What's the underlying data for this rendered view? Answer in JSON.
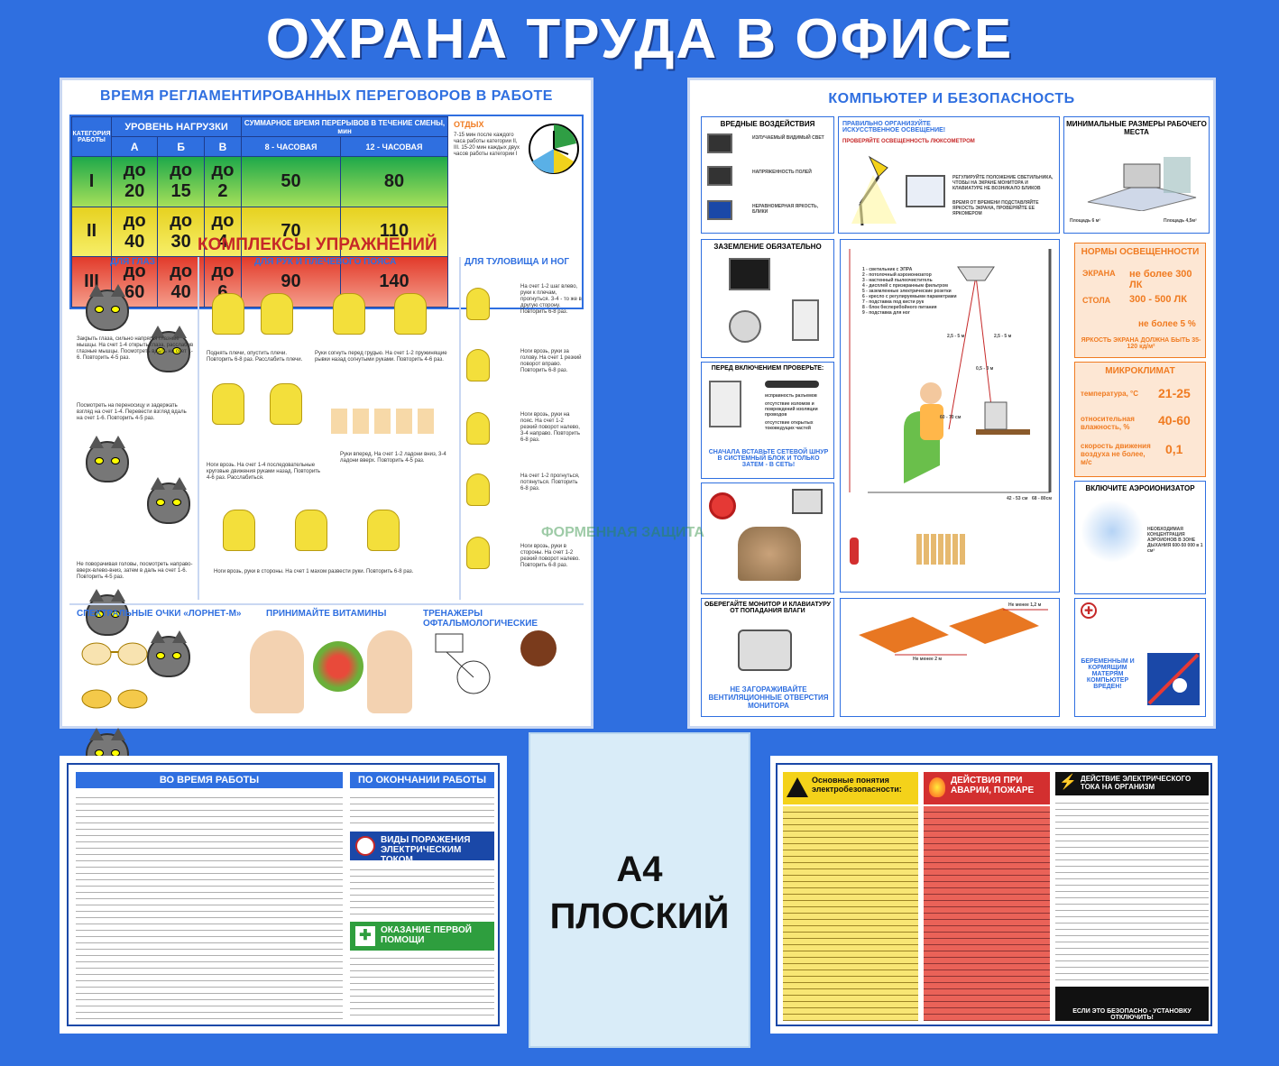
{
  "title": "ОХРАНА ТРУДА В ОФИСЕ",
  "left_panel": {
    "title": "ВРЕМЯ РЕГЛАМЕНТИРОВАННЫХ ПЕРЕГОВОРОВ В РАБОТЕ",
    "table": {
      "cat_header": "КАТЕГОРИЯ РАБОТЫ",
      "load_header": "УРОВЕНЬ НАГРУЗКИ",
      "load_cols": [
        "А",
        "Б",
        "В"
      ],
      "total_header": "СУММАРНОЕ ВРЕМЯ ПЕРЕРЫВОВ В ТЕЧЕНИЕ СМЕНЫ, мин",
      "shift_cols": [
        "8 - ЧАСОВАЯ",
        "12 - ЧАСОВАЯ"
      ],
      "rows": [
        {
          "cat": "I",
          "a": "до 20",
          "b": "до 15",
          "c": "до 2",
          "s8": "50",
          "s12": "80"
        },
        {
          "cat": "II",
          "a": "до 40",
          "b": "до 30",
          "c": "до 4",
          "s8": "70",
          "s12": "110"
        },
        {
          "cat": "III",
          "a": "до 60",
          "b": "до 40",
          "c": "до 6",
          "s8": "90",
          "s12": "140"
        }
      ],
      "rest_title": "ОТДЫХ",
      "rest_text": "7-15 мин после каждого часа работы категории II, III. 15-20 мин каждых двух часов работы категории I"
    },
    "exercises_title": "КОМПЛЕКСЫ УПРАЖНЕНИЙ",
    "eyes_title": "ДЛЯ ГЛАЗ",
    "arms_title": "ДЛЯ РУК И ПЛЕЧЕВОГО ПОЯСА",
    "torso_title": "ДЛЯ ТУЛОВИЩА И НОГ",
    "eyes_notes": [
      "Закрыть глаза, сильно напрягая глазные мышцы. На счет 1-4 открыть глаза, расслабив глазные мышцы. Посмотреть вдаль на счет 1-6. Повторить 4-5 раз.",
      "Посмотреть на переносицу и задержать взгляд на счет 1-4. Перевести взгляд вдаль на счет 1-6. Повторить 4-5 раз.",
      "Не поворачивая головы, посмотреть направо-вверх-влево-вниз, затем в даль на счет 1-6. Повторить 4-5 раз."
    ],
    "arms_notes": [
      "Поднять плечи, опустить плечи. Повторить 6-8 раз. Расслабить плечи.",
      "Руки согнуть перед грудью. На счет 1-2 пружинящие рывки назад согнутыми руками. Повторить 4-6 раз.",
      "Ноги врозь. На счет 1-4 последовательные круговые движения руками назад. Повторить 4-6 раз. Расслабиться.",
      "Руки вперед. На счет 1-2 ладони вниз, 3-4 ладони вверх. Повторить 4-5 раз.",
      "Ноги врозь, руки в стороны. На счет 1 махом развести руки. Повторить 6-8 раз."
    ],
    "torso_notes": [
      "На счет 1-2 шаг влево, руки к плечам, прогнуться. 3-4 - то же в другую сторону. Повторить 6-8 раз.",
      "Ноги врозь, руки за голову. На счет 1 резкий поворот вправо. Повторить 6-8 раз.",
      "Ноги врозь, руки на пояс. На счет 1-2 резкий поворот налево, 3-4 направо. Повторить 6-8 раз.",
      "На счет 1-2 прогнуться, потянуться. Повторить 6-8 раз.",
      "Ноги врозь, руки в стороны. На счет 1-2 резкий поворот налево. Повторить 6-8 раз."
    ],
    "bottom": {
      "glasses_title": "СПЕКТРАЛЬНЫЕ ОЧКИ «ЛОРНЕТ-М»",
      "vitamins_title": "ПРИНИМАЙТЕ ВИТАМИНЫ",
      "trainers_title": "ТРЕНАЖЕРЫ ОФТАЛЬМОЛОГИЧЕСКИЕ"
    }
  },
  "right_panel": {
    "title": "КОМПЬЮТЕР И БЕЗОПАСНОСТЬ",
    "harmful": {
      "title": "ВРЕДНЫЕ ВОЗДЕЙСТВИЯ",
      "items": [
        "ИЗЛУЧАЕМЫЙ ВИДИМЫЙ СВЕТ",
        "НАПРЯЖЕННОСТЬ ПОЛЕЙ",
        "НЕРАВНОМЕРНАЯ ЯРКОСТЬ, БЛИКИ"
      ]
    },
    "lighting": {
      "title": "ПРАВИЛЬНО ОРГАНИЗУЙТЕ ИСКУССТВЕННОЕ ОСВЕЩЕНИЕ!",
      "check": "ПРОВЕРЯЙТЕ ОСВЕЩЕННОСТЬ ЛЮКСОМЕТРОМ",
      "tips": [
        "РЕГУЛИРУЙТЕ ПОЛОЖЕНИЕ СВЕТИЛЬНИКА, ЧТОБЫ НА ЭКРАНЕ МОНИТОРА И КЛАВИАТУРЕ НЕ ВОЗНИКАЛО БЛИКОВ",
        "ВРЕМЯ ОТ ВРЕМЕНИ ПОДСТАВЛЯЙТЕ ЯРКОСТЬ ЭКРАНА, ПРОВЕРЯЙТЕ ЕЕ ЯРКОМЕРОМ"
      ]
    },
    "min_sizes": {
      "title": "МИНИМАЛЬНЫЕ РАЗМЕРЫ РАБОЧЕГО МЕСТА",
      "area1": "Площадь 6 м²",
      "area2": "Площадь 4,5м²"
    },
    "grounding": {
      "title": "ЗАЗЕМЛЕНИЕ ОБЯЗАТЕЛЬНО"
    },
    "legend": [
      "1 - светильник с ЭПРА",
      "2 - потолочный аэроионизатор",
      "3 - настенный пылеочиститель",
      "4 - дисплей с приэкранным фильтром",
      "5 - заземленные электрические розетки",
      "6 - кресло с регулируемыми параметрами",
      "7 - подставка под кисти рук",
      "8 - блок бесперебойного питания",
      "9 - подставка для ног"
    ],
    "dims": [
      "2,5 - 5 м",
      "2,5 - 5 м",
      "0,5 - 3 м",
      "60 - 70 см",
      "42 - 53 см",
      "68 - 80см"
    ],
    "before_on": {
      "title": "ПЕРЕД ВКЛЮЧЕНИЕМ ПРОВЕРЬТЕ:",
      "items": [
        "исправность разъемов",
        "отсутствие изломов и повреждений изоляции проводов",
        "отсутствие открытых токоведущих частей"
      ],
      "note": "СНАЧАЛА ВСТАВЬТЕ СЕТЕВОЙ ШНУР В СИСТЕМНЫЙ БЛОК И ТОЛЬКО ЗАТЕМ - В СЕТЬ!"
    },
    "protect": {
      "title": "ОБЕРЕГАЙТЕ МОНИТОР И КЛАВИАТУРУ ОТ ПОПАДАНИЯ ВЛАГИ",
      "note": "НЕ ЗАГОРАЖИВАЙТЕ ВЕНТИЛЯЦИОННЫЕ ОТВЕРСТИЯ МОНИТОРА"
    },
    "light_norms": {
      "title": "НОРМЫ ОСВЕЩЕННОСТИ",
      "screen_label": "ЭКРАНА",
      "screen_value": "не более 300 ЛК",
      "table_label": "СТОЛА",
      "table_value": "300 - 500 ЛК",
      "coef": "не более 5 %",
      "brightness": "ЯРКОСТЬ ЭКРАНА ДОЛЖНА БЫТЬ 35-120 кд/м²"
    },
    "microclimate": {
      "title": "МИКРОКЛИМАТ",
      "temp_label": "температура, °С",
      "temp_value": "21-25",
      "hum_label": "относительная влажность, %",
      "hum_value": "40-60",
      "speed_label": "скорость движения воздуха не более, м/с",
      "speed_value": "0,1"
    },
    "ionizer": {
      "title": "ВКЛЮЧИТЕ АЭРОИОНИЗАТОР",
      "text": "НЕОБХОДИМАЯ КОНЦЕНТРАЦИЯ АЭРОИОНОВ В ЗОНЕ ДЫХАНИЯ 600-50 000 в 1 см³"
    },
    "distances": [
      "Не менее 1,2 м",
      "Не менее 2 м"
    ],
    "pregnant": "БЕРЕМЕННЫМ И КОРМЯЩИМ МАТЕРЯМ КОМПЬЮТЕР ВРЕДЕН!"
  },
  "bottom_left": {
    "during": "ВО ВРЕМЯ РАБОТЫ",
    "after": "ПО ОКОНЧАНИИ РАБОТЫ",
    "shock": "ВИДЫ ПОРАЖЕНИЯ ЭЛЕКТРИЧЕСКИМ ТОКОМ",
    "aid": "ОКАЗАНИЕ ПЕРВОЙ ПОМОЩИ"
  },
  "a4": {
    "line1": "А4",
    "line2": "ПЛОСКИЙ"
  },
  "bottom_right": {
    "basic": "Основные понятия электробезопасности:",
    "action": "ДЕЙСТВИЯ ПРИ АВАРИИ, ПОЖАРЕ",
    "effect": "ДЕЙСТВИЕ ЭЛЕКТРИЧЕСКОГО ТОКА НА ОРГАНИЗМ",
    "footer": "ЕСЛИ ЭТО БЕЗОПАСНО - УСТАНОВКУ ОТКЛЮЧИТЬ!"
  },
  "watermark": "ФОРМЕННАЯ ЗАЩИТА",
  "colors": {
    "background": "#2f6fe0",
    "accent_orange": "#f07b21",
    "row1": "#1ea84a",
    "row2": "#e6d11f",
    "row3": "#e23a2a"
  }
}
